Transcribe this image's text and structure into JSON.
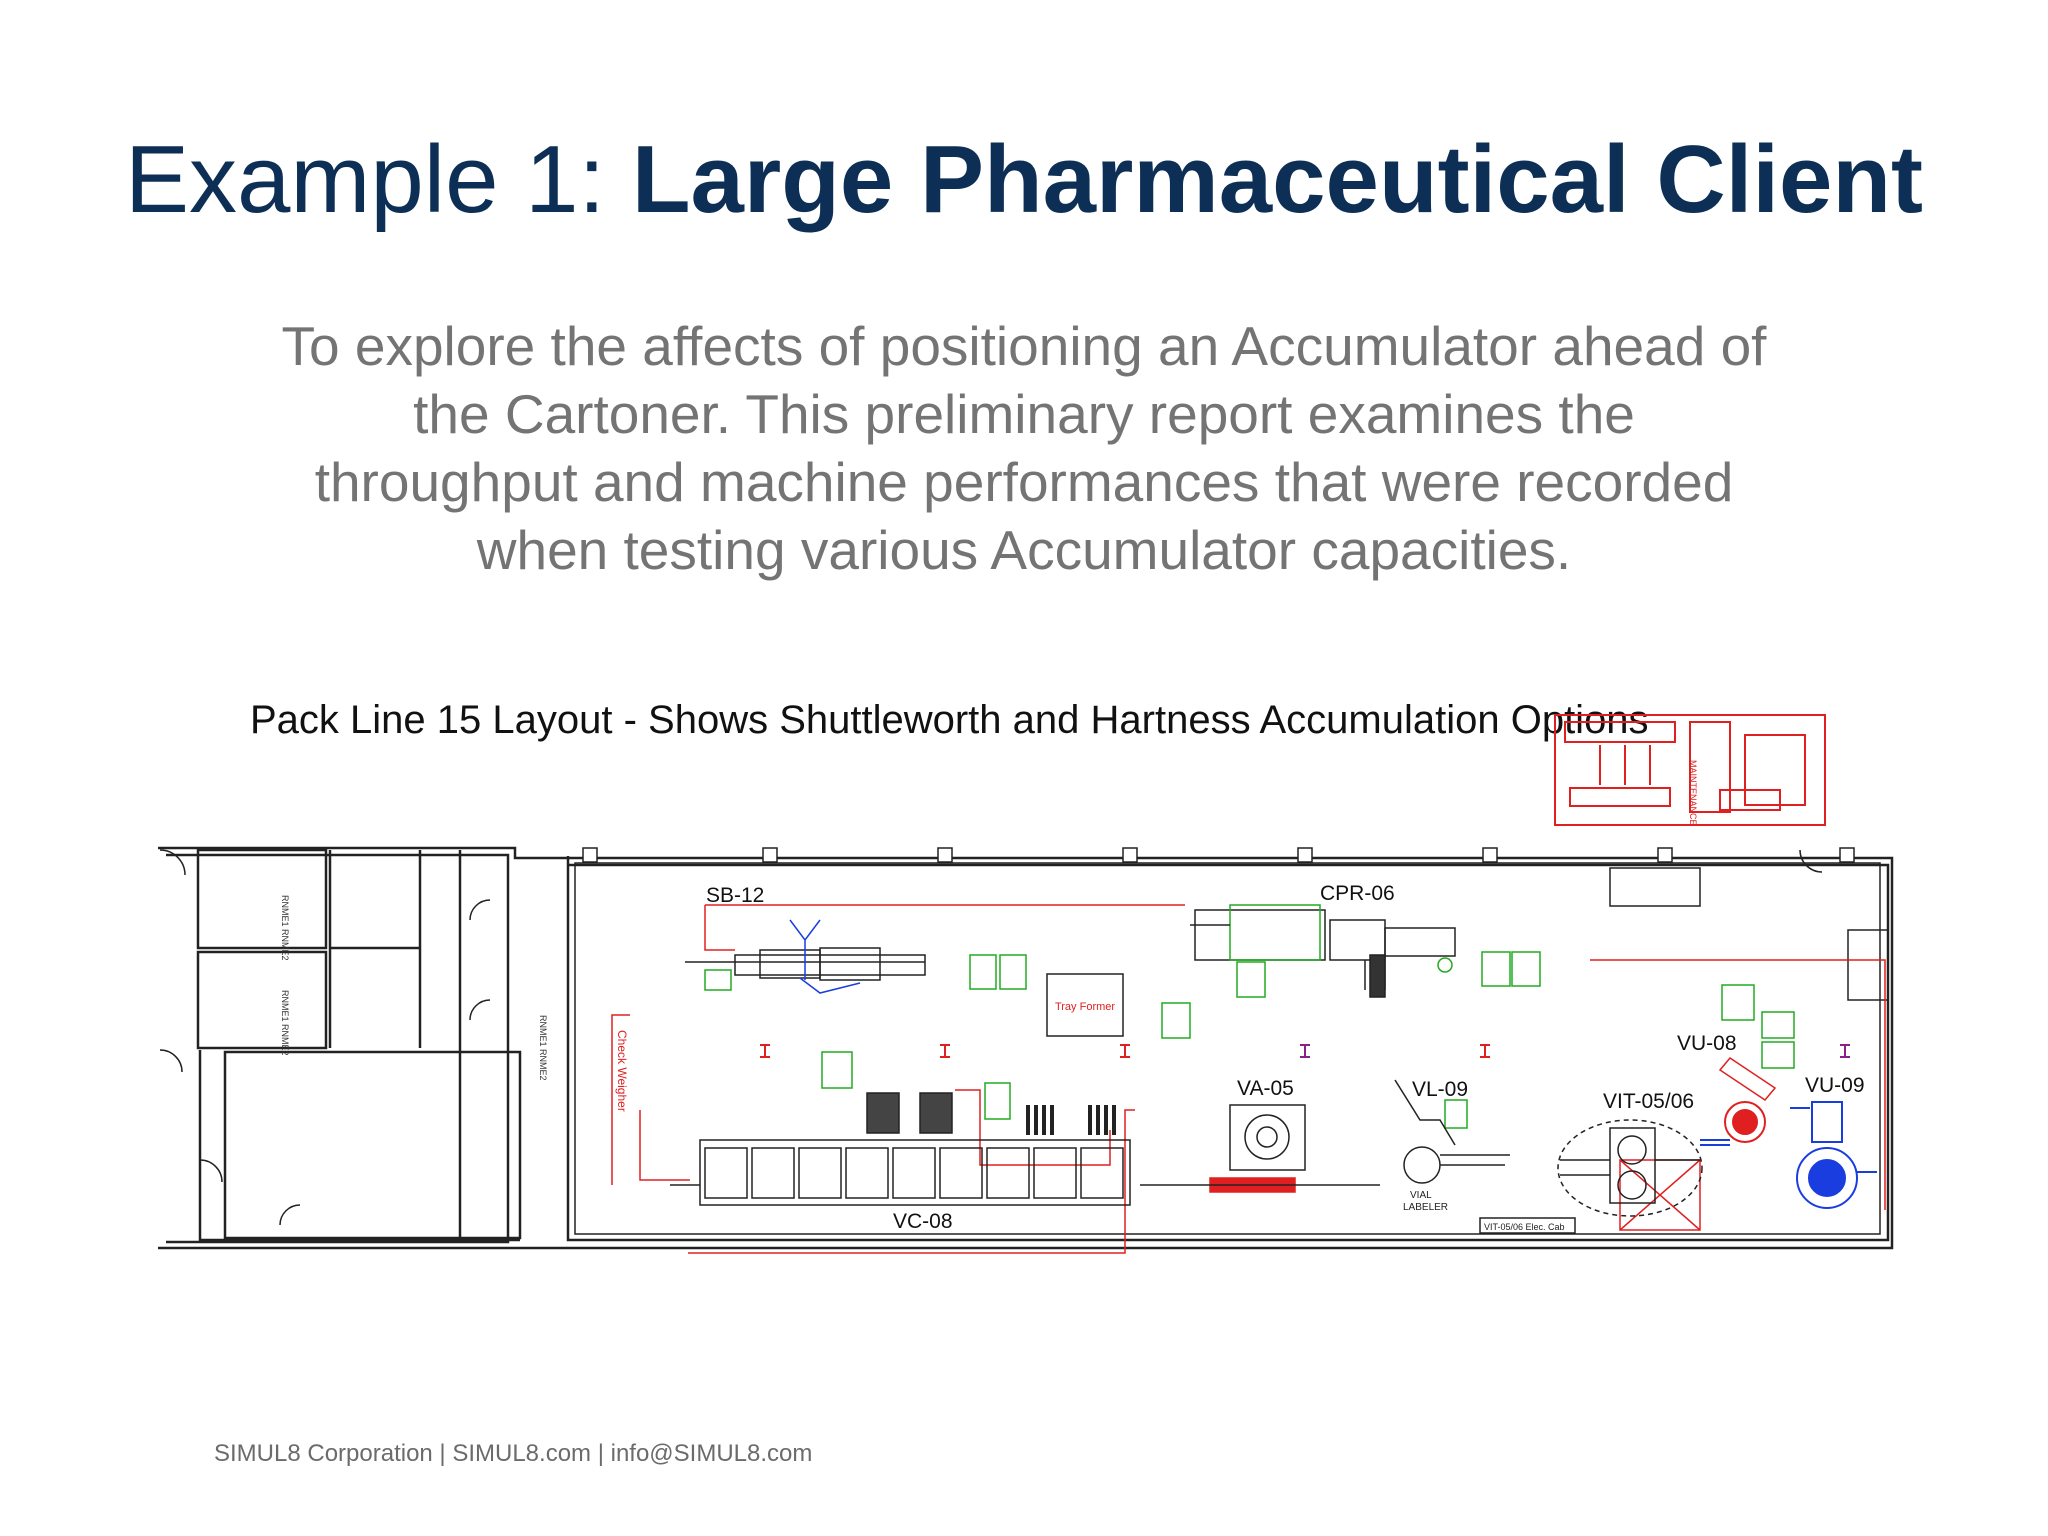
{
  "slide": {
    "title_regular": "Example 1: ",
    "title_bold": "Large Pharmaceutical Client",
    "intro_lines": [
      "To explore the affects of positioning an Accumulator ahead of",
      "the Cartoner. This preliminary report examines the",
      "throughput and machine performances that were recorded",
      "when testing various Accumulator capacities."
    ],
    "footer": "SIMUL8 Corporation  |  SIMUL8.com  | info@SIMUL8.com"
  },
  "layout_drawing": {
    "caption": "Pack Line 15 Layout - Shows Shuttleworth and Hartness Accumulation Options",
    "machines": {
      "sb12": "SB-12",
      "cpr06": "CPR-06",
      "va05": "VA-05",
      "vl09": "VL-09",
      "vit0506": "VIT-05/06",
      "vu08": "VU-08",
      "vu09": "VU-09",
      "vc08": "VC-08"
    },
    "labels": {
      "tray_former": "Tray Former",
      "check_weigher": "Check Weigher",
      "vial_labeler_1": "VIAL",
      "vial_labeler_2": "LABELER",
      "elec_cab": "VIT-05/06 Elec. Cab",
      "maintenance": "MAINTENANCE"
    },
    "colors": {
      "drawing_lines": "#222222",
      "red_markup": "#e02020",
      "green_markup": "#22aa22",
      "blue_machine": "#1a3de0"
    }
  }
}
